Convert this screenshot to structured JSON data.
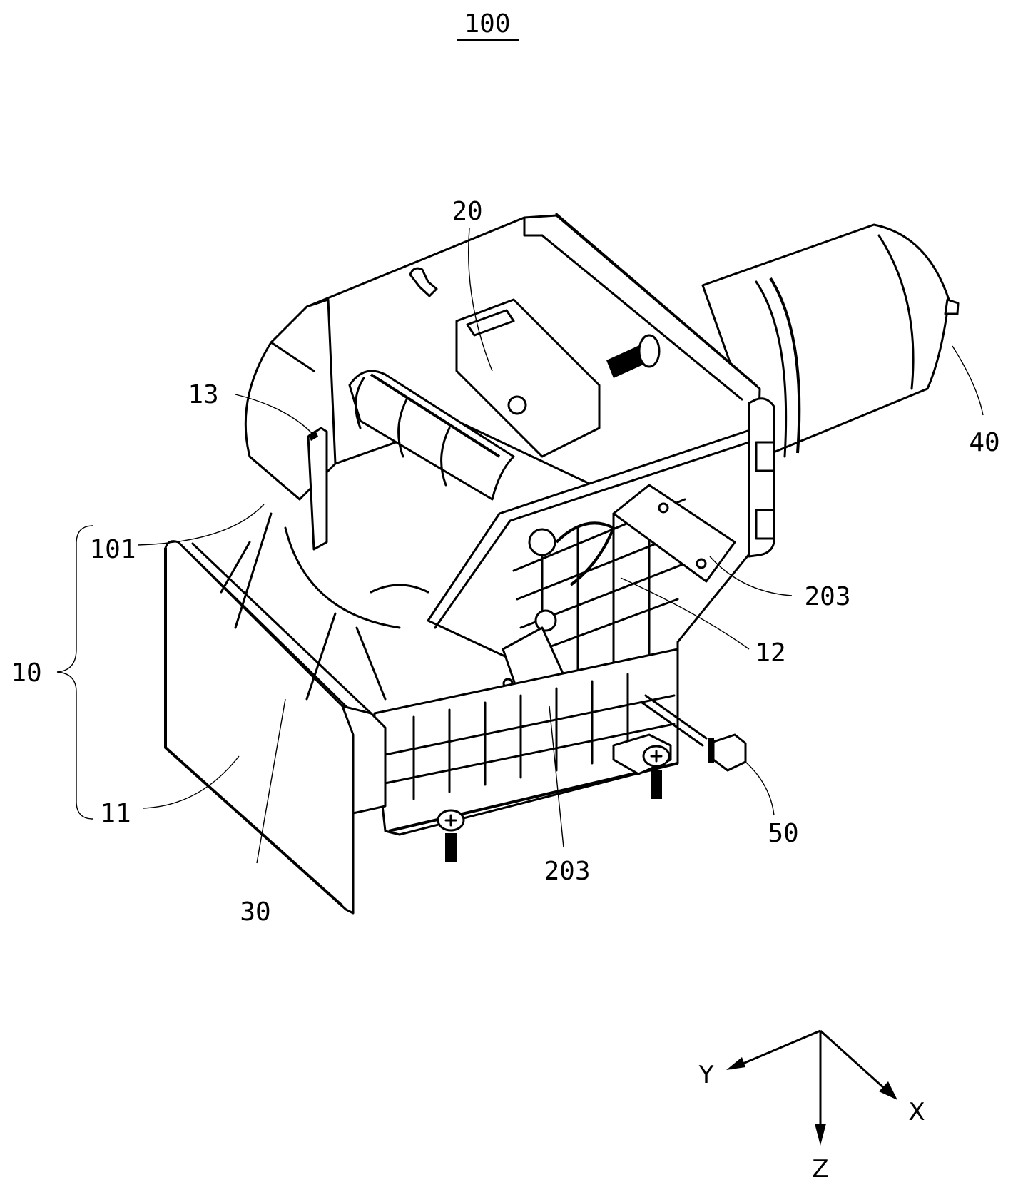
{
  "figure": {
    "title": "100",
    "title_underlined": true
  },
  "labels": {
    "assembly": "10",
    "panel": "11",
    "frame": "12",
    "clip": "13",
    "housing": "101",
    "drive": "20",
    "switch_upper": "203",
    "switch_lower": "203",
    "link": "30",
    "motor": "40",
    "connector": "50"
  },
  "axes": {
    "x": "X",
    "y": "Y",
    "z": "Z"
  },
  "colors": {
    "ink": "#000000",
    "paper": "#ffffff"
  }
}
